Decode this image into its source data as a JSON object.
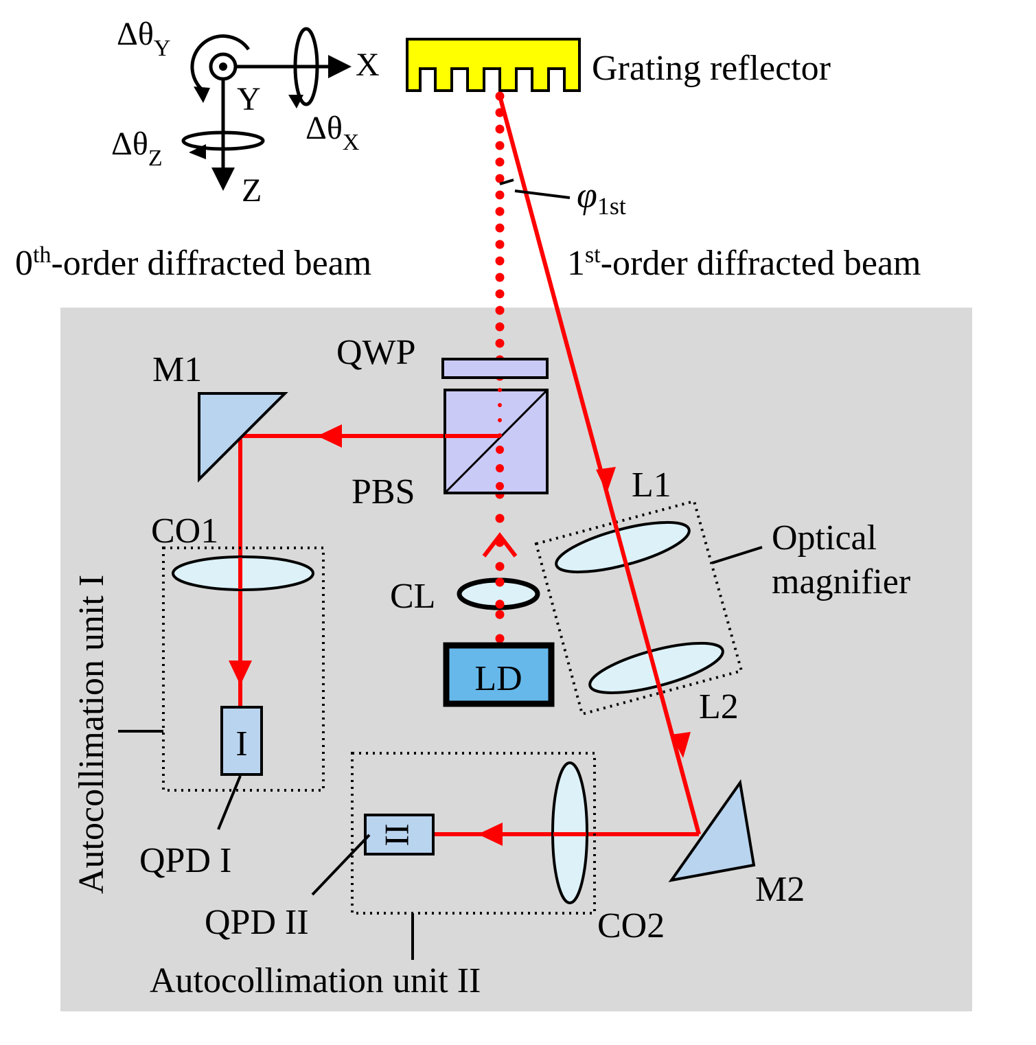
{
  "colors": {
    "beam": "#ff0000",
    "panel": "#d9d9d9",
    "grating": "#ffff00",
    "optic": "#b9d4ef",
    "lens": "#dcf1f8",
    "pbs": "#cacaf7",
    "ld": "#66b8ea"
  },
  "labels": {
    "grating_reflector": "Grating reflector",
    "axis_x": "X",
    "axis_y": "Y",
    "axis_z": "Z",
    "delta_theta": "Δθ",
    "sub_x": "X",
    "sub_y": "Y",
    "sub_z": "Z",
    "phi": "φ",
    "phi_sub": "1st",
    "beam0_lead": "0",
    "beam0_sup": "th",
    "beam0_rest": "-order diffracted beam",
    "beam1_lead": "1",
    "beam1_sup": "st",
    "beam1_rest": "-order diffracted beam",
    "qwp": "QWP",
    "pbs": "PBS",
    "m1": "M1",
    "m2": "M2",
    "co1": "CO1",
    "co2": "CO2",
    "cl": "CL",
    "ld": "LD",
    "l1": "L1",
    "l2": "L2",
    "optical_magnifier_1": "Optical",
    "optical_magnifier_2": "magnifier",
    "qpd1_symbol": "I",
    "qpd2_symbol": "II",
    "qpd1": "QPD I",
    "qpd2": "QPD II",
    "unit1": "Autocollimation unit I",
    "unit2": "Autocollimation unit II"
  }
}
